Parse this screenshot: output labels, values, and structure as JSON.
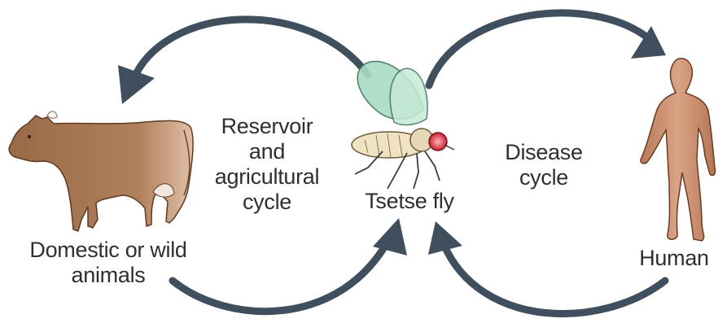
{
  "labels": {
    "cycle_left": "Reservoir\nand\nagricultural\ncycle",
    "cycle_right": "Disease\ncycle",
    "vector": "Tsetse fly",
    "host_animal": "Domestic or wild\nanimals",
    "host_human": "Human"
  },
  "colors": {
    "arrow": "#3f4f5e",
    "cow_body": "#a0714f",
    "cow_shade": "#c99a78",
    "human_skin": "#c98f6c",
    "fly_body": "#efe3c4",
    "fly_wing": "#a8dcc4",
    "fly_eye": "#d4313e"
  },
  "icons": [
    "cow-icon",
    "tsetse-fly-icon",
    "human-figure-icon"
  ]
}
